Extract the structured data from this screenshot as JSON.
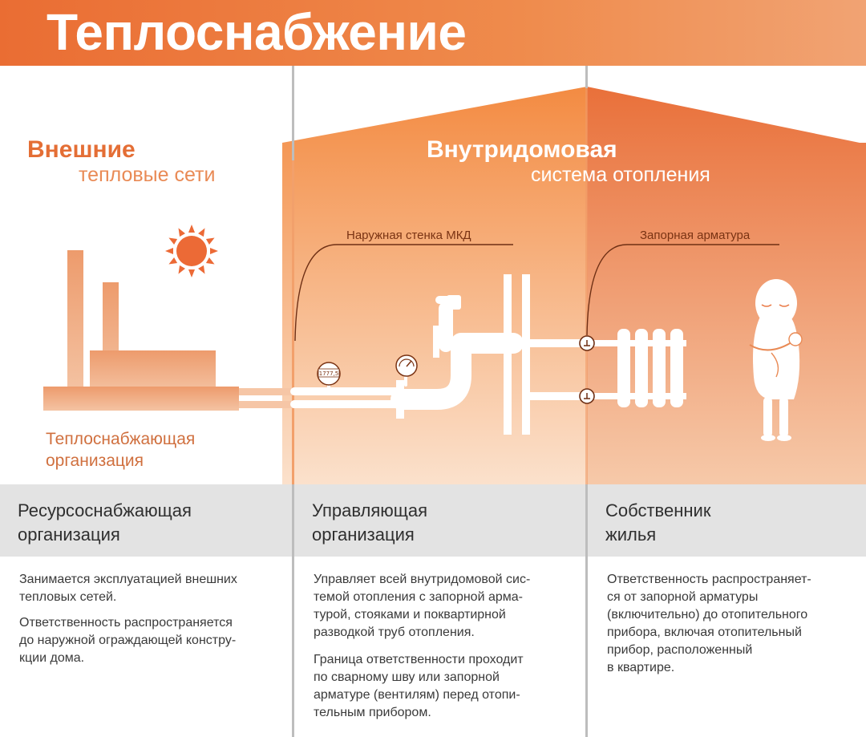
{
  "header": {
    "title": "Теплоснабжение"
  },
  "diagram": {
    "external_title": "Внешние",
    "external_subtitle": "тепловые сети",
    "internal_title": "Внутридомовая",
    "internal_subtitle": "система отопления",
    "wall_label": "Наружная стенка МКД",
    "valve_label": "Запорная арматура",
    "supplier_label_line1": "Теплоснабжающая",
    "supplier_label_line2": "организация",
    "gauge_reading": "1777,5"
  },
  "columns": [
    {
      "title_line1": "Ресурсоснабжающая",
      "title_line2": "организация",
      "paragraphs": [
        [
          "Занимается эксплуатацией внешних",
          "тепловых сетей."
        ],
        [
          "Ответственность распространяется",
          "до наружной ограждающей констру-",
          "кции дома."
        ]
      ]
    },
    {
      "title_line1": "Управляющая",
      "title_line2": "организация",
      "paragraphs": [
        [
          "Управляет всей внутридомовой сис-",
          "темой отопления с запорной арма-",
          "турой, стояками и поквартирной",
          "разводкой труб отопления."
        ],
        [
          "Граница ответственности проходит",
          "по сварному шву или запорной",
          "арматуре (вентилям) перед отопи-",
          "тельным прибором."
        ]
      ]
    },
    {
      "title_line1": "Собственник",
      "title_line2": "жилья",
      "paragraphs": [
        [
          "Ответственность распространяет-",
          "ся от запорной арматуры",
          "(включительно) до отопительного",
          "прибора, включая отопительный",
          "прибор, расположенный",
          "в квартире."
        ]
      ]
    }
  ],
  "colors": {
    "accent": "#ea6d33",
    "house_light": "#f09a5a",
    "house_dark": "#e97844",
    "building": "#efa77c",
    "text_dark": "#2f2f2f",
    "header_bg": "#e3e3e3"
  }
}
